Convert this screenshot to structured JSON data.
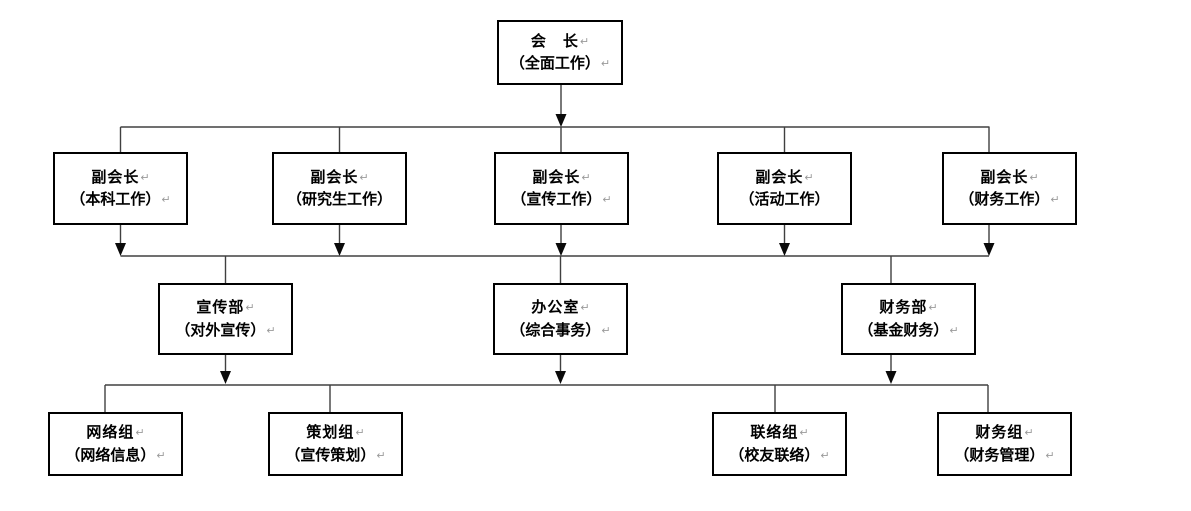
{
  "marks": {
    "crlf": "↵"
  },
  "colors": {
    "background": "#ffffff",
    "box_border": "#000000",
    "text": "#000000",
    "connector": "#404040",
    "return_mark": "#9a9a9a"
  },
  "nodes": {
    "president": {
      "title": "会　长",
      "subtitle": "（全面工作）"
    },
    "vp_undergrad": {
      "title": "副会长",
      "subtitle": "（本科工作）"
    },
    "vp_graduate": {
      "title": "副会长",
      "subtitle": "（研究生工作）"
    },
    "vp_publicity": {
      "title": "副会长",
      "subtitle": "（宣传工作）"
    },
    "vp_activity": {
      "title": "副会长",
      "subtitle": "（活动工作）"
    },
    "vp_finance": {
      "title": "副会长",
      "subtitle": "（财务工作）"
    },
    "dept_publicity": {
      "title": "宣传部",
      "subtitle": "（对外宣传）"
    },
    "dept_office": {
      "title": "办公室",
      "subtitle": "（综合事务）"
    },
    "dept_finance": {
      "title": "财务部",
      "subtitle": "（基金财务）"
    },
    "group_network": {
      "title": "网络组",
      "subtitle": "（网络信息）"
    },
    "group_planning": {
      "title": "策划组",
      "subtitle": "（宣传策划）"
    },
    "group_liaison": {
      "title": "联络组",
      "subtitle": "（校友联络）"
    },
    "group_finance": {
      "title": "财务组",
      "subtitle": "（财务管理）"
    }
  }
}
